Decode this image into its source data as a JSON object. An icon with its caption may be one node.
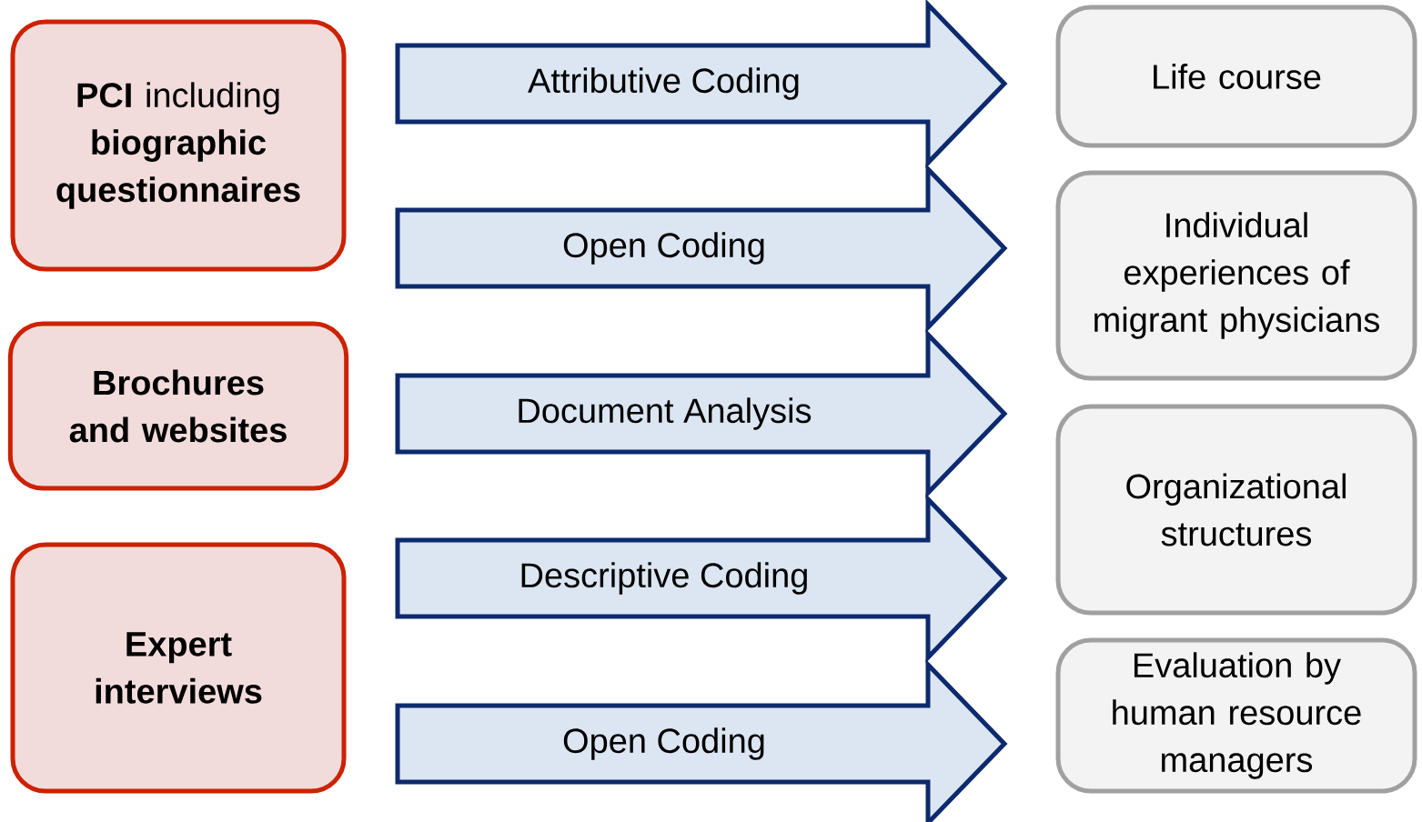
{
  "diagram": {
    "nodes": [
      {
        "text": [
          "**PCI** including **biographic questionnaires**"
        ]
      },
      {
        "text": [
          "Brochures and websites"
        ]
      },
      {
        "text": [
          "Expert interviews"
        ]
      },
      {
        "text": [
          "Attributive Coding"
        ]
      },
      {
        "text": [
          "Open Coding"
        ]
      },
      {
        "text": [
          "Document Analysis"
        ]
      },
      {
        "text": [
          "Descriptive Coding"
        ]
      },
      {
        "text": [
          "Open Coding"
        ]
      },
      {
        "text": [
          "Life course"
        ]
      },
      {
        "text": [
          "Individual experiences of migrant physicians"
        ]
      },
      {
        "text": [
          "Organizational structures"
        ]
      },
      {
        "text": [
          "Evaluation by human resource managers"
        ]
      }
    ]
  }
}
